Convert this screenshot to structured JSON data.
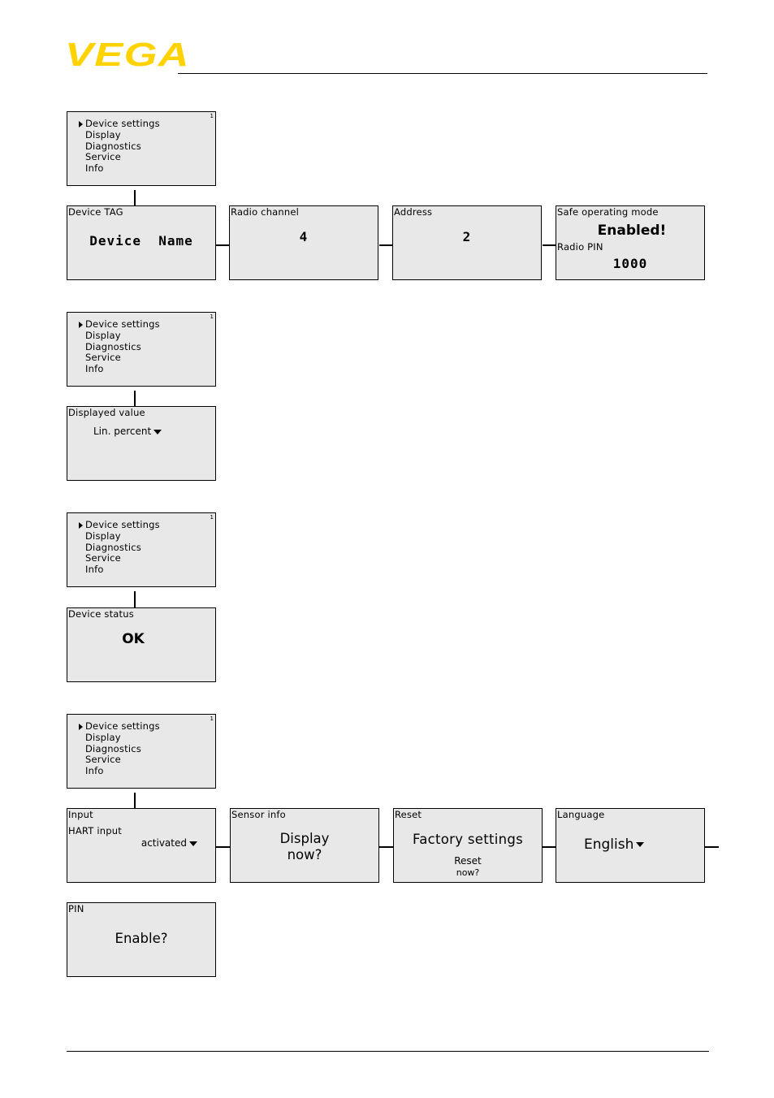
{
  "header": {
    "logo": "VEGA"
  },
  "menu": {
    "items": [
      "Device settings",
      "Display",
      "Diagnostics",
      "Service",
      "Info"
    ],
    "page_number": "1"
  },
  "device_settings": {
    "tag_title": "Device TAG",
    "tag_value": "Device  Name",
    "radio_title": "Radio channel",
    "radio_value": "4",
    "address_title": "Address",
    "address_value": "2",
    "safe_title": "Safe operating mode",
    "safe_value": "Enabled!",
    "pin_label": "Radio PIN",
    "pin_value": "1000"
  },
  "display": {
    "title": "Displayed value",
    "value": "Lin. percent"
  },
  "diagnostics": {
    "title": "Device status",
    "value": "OK"
  },
  "service": {
    "input_title": "Input",
    "input_label": "HART input",
    "input_value": "activated",
    "sensor_title": "Sensor info",
    "sensor_line1": "Display",
    "sensor_line2": "now?",
    "reset_title": "Reset",
    "reset_value": "Factory settings",
    "reset_line1": "Reset",
    "reset_line2": "now?",
    "language_title": "Language",
    "language_value": "English",
    "pin_title": "PIN",
    "pin_value": "Enable?"
  }
}
